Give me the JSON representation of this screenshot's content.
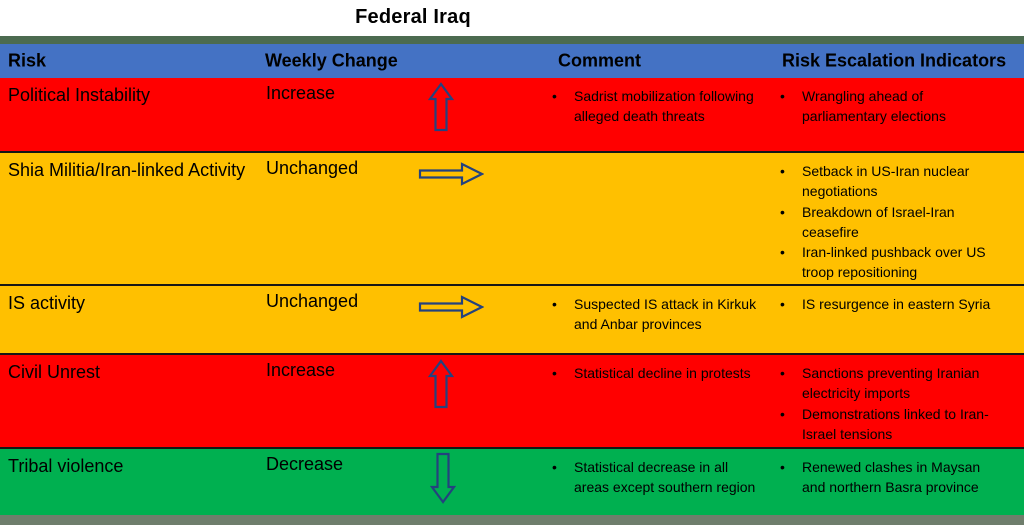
{
  "title": "Federal Iraq",
  "header": {
    "risk": "Risk",
    "weekly_change": "Weekly Change",
    "comment": "Comment",
    "indicators": "Risk Escalation Indicators"
  },
  "bullet": "•",
  "colors": {
    "headerbg": "#4472C4",
    "red": "#FF0000",
    "amber": "#FFC000",
    "green": "#00B050",
    "topbar": "#4C6B50",
    "bottombar": "#6F7E6C",
    "arrow_outline": "#24427E"
  },
  "rows": [
    {
      "risk": "Political Instability",
      "change": "Increase",
      "arrow": "up",
      "level": "red",
      "comments": [
        "Sadrist mobilization following alleged death threats"
      ],
      "indicators": [
        "Wrangling ahead of parliamentary elections"
      ]
    },
    {
      "risk": "Shia Militia/Iran-linked Activity",
      "change": "Unchanged",
      "arrow": "right",
      "level": "amber",
      "comments": [],
      "indicators": [
        "Setback in US-Iran nuclear negotiations",
        "Breakdown of Israel-Iran ceasefire",
        "Iran-linked pushback over US troop repositioning"
      ]
    },
    {
      "risk": "IS activity",
      "change": "Unchanged",
      "arrow": "right",
      "level": "amber",
      "comments": [
        "Suspected IS attack in Kirkuk and Anbar provinces"
      ],
      "indicators": [
        "IS resurgence in eastern Syria"
      ]
    },
    {
      "risk": "Civil Unrest",
      "change": "Increase",
      "arrow": "up",
      "level": "red",
      "comments": [
        "Statistical decline in protests"
      ],
      "indicators": [
        "Sanctions preventing Iranian electricity imports",
        "Demonstrations linked to Iran-Israel tensions"
      ]
    },
    {
      "risk": "Tribal violence",
      "change": "Decrease",
      "arrow": "down",
      "level": "green",
      "comments": [
        "Statistical decrease in all areas except southern region"
      ],
      "indicators": [
        "Renewed clashes in Maysan and northern Basra province"
      ]
    }
  ]
}
